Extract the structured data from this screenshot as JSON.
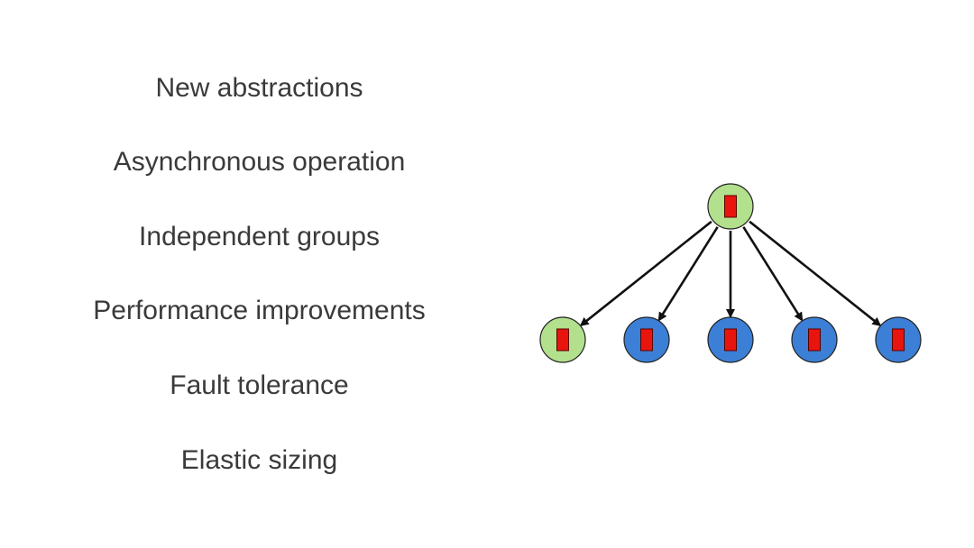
{
  "slide": {
    "bullets": [
      "New abstractions",
      "Asynchronous operation",
      "Independent groups",
      "Performance improvements",
      "Fault tolerance",
      "Elastic sizing"
    ]
  },
  "diagram": {
    "root": {
      "role": "leader",
      "fill": "#b2e08c"
    },
    "children": [
      {
        "role": "leader",
        "fill": "#b2e08c"
      },
      {
        "role": "worker",
        "fill": "#3c7fd6"
      },
      {
        "role": "worker",
        "fill": "#3c7fd6"
      },
      {
        "role": "worker",
        "fill": "#3c7fd6"
      },
      {
        "role": "worker",
        "fill": "#3c7fd6"
      }
    ],
    "colors": {
      "task_box": "#e8150f",
      "arrow": "#111111",
      "node_stroke": "#222222"
    }
  }
}
